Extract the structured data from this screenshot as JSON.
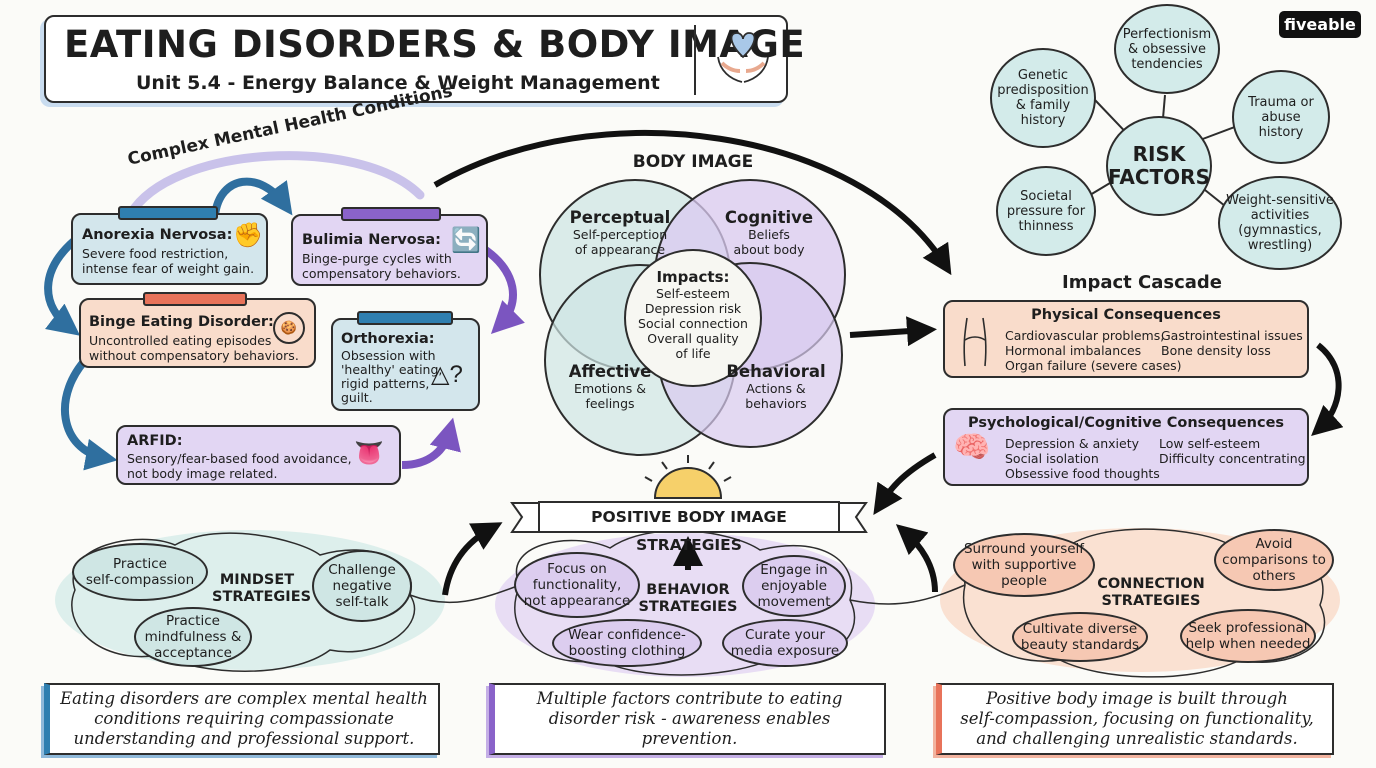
{
  "header": {
    "title": "EATING DISORDERS & BODY IMAGE",
    "subtitle": "Unit 5.4 - Energy Balance & Weight Management",
    "brand": "fiveable",
    "icon": "heart-hands-icon"
  },
  "conditions": {
    "title": "Complex Mental Health Conditions",
    "anorexia": {
      "name": "Anorexia Nervosa:",
      "desc": "Severe food restriction,\nintense fear of weight gain."
    },
    "bulimia": {
      "name": "Bulimia Nervosa:",
      "desc": "Binge-purge cycles with\ncompensatory behaviors."
    },
    "binge": {
      "name": "Binge Eating Disorder:",
      "desc": "Uncontrolled eating episodes\nwithout compensatory behaviors."
    },
    "orthorexia": {
      "name": "Orthorexia:",
      "desc": "Obsession with\n'healthy' eating,\nrigid patterns,\nguilt."
    },
    "arfid": {
      "name": "ARFID:",
      "desc": "Sensory/fear-based food avoidance,\nnot body image related."
    }
  },
  "body_image": {
    "title": "BODY IMAGE",
    "perceptual": {
      "name": "Perceptual",
      "desc": "Self-perception\nof appearance"
    },
    "cognitive": {
      "name": "Cognitive",
      "desc": "Beliefs\nabout body"
    },
    "affective": {
      "name": "Affective",
      "desc": "Emotions &\nfeelings"
    },
    "behavioral": {
      "name": "Behavioral",
      "desc": "Actions &\nbehaviors"
    },
    "impacts": {
      "name": "Impacts:",
      "desc": "Self-esteem\nDepression risk\nSocial connection\nOverall quality\nof life"
    }
  },
  "risk": {
    "center": "RISK\nFACTORS",
    "items": [
      "Genetic\npredisposition\n& family\nhistory",
      "Perfectionism\n& obsessive\ntendencies",
      "Trauma or\nabuse\nhistory",
      "Weight-sensitive\nactivities\n(gymnastics,\nwrestling)",
      "Societal\npressure for\nthinness"
    ]
  },
  "cascade": {
    "title": "Impact Cascade",
    "physical": {
      "title": "Physical Consequences",
      "col1": "Cardiovascular problems,\nHormonal imbalances\nOrgan failure (severe cases)",
      "col2": "Gastrointestinal issues\nBone density loss"
    },
    "psych": {
      "title": "Psychological/Cognitive Consequences",
      "col1": "Depression & anxiety\nSocial isolation\nObsessive food thoughts",
      "col2": "Low self-esteem\nDifficulty concentrating"
    }
  },
  "strategies": {
    "banner": "POSITIVE BODY IMAGE STRATEGIES",
    "mindset": {
      "label": "MINDSET\nSTRATEGIES",
      "items": [
        "Practice\nself-compassion",
        "Challenge\nnegative\nself-talk",
        "Practice\nmindfulness &\nacceptance"
      ]
    },
    "behavior": {
      "label": "BEHAVIOR\nSTRATEGIES",
      "items": [
        "Focus on\nfunctionality,\nnot appearance",
        "Engage in\nenjoyable\nmovement",
        "Wear confidence-\nboosting clothing",
        "Curate your\nmedia exposure"
      ]
    },
    "connection": {
      "label": "CONNECTION\nSTRATEGIES",
      "items": [
        "Surround yourself\nwith supportive\npeople",
        "Avoid\ncomparisons to\nothers",
        "Cultivate diverse\nbeauty standards",
        "Seek professional\nhelp when needed"
      ]
    }
  },
  "footer": [
    "Eating disorders are complex mental health\nconditions requiring compassionate\nunderstanding and professional support.",
    "Multiple factors contribute to eating\ndisorder risk - awareness enables prevention.",
    "Positive body image is built through\nself-compassion, focusing on functionality,\nand challenging unrealistic standards."
  ],
  "colors": {
    "teal": "#d3ebea",
    "purple": "#e2d6f3",
    "peach": "#f9dccb",
    "blue_tab": "#2f7fb0",
    "purple_tab": "#8a63c9",
    "orange_tab": "#e8735a",
    "sun": "#f6d06a"
  }
}
